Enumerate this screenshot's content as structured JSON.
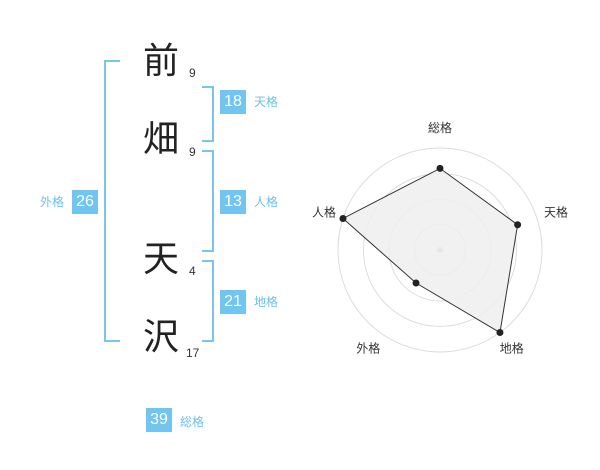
{
  "surname": [
    {
      "char": "前",
      "strokes": "9"
    },
    {
      "char": "畑",
      "strokes": "9"
    }
  ],
  "given_name": [
    {
      "char": "天",
      "strokes": "4"
    },
    {
      "char": "沢",
      "strokes": "17"
    }
  ],
  "fortunes": {
    "tenkaku": {
      "value": "18",
      "label": "天格"
    },
    "jinkaku": {
      "value": "13",
      "label": "人格"
    },
    "chikaku": {
      "value": "21",
      "label": "地格"
    },
    "gaikaku": {
      "value": "26",
      "label": "外格"
    },
    "soukaku": {
      "value": "39",
      "label": "総格"
    }
  },
  "radar": {
    "labels": [
      "総格",
      "天格",
      "地格",
      "外格",
      "人格"
    ],
    "values": [
      0.8,
      0.8,
      1.0,
      0.4,
      1.0
    ],
    "rings": 4,
    "fill_color": "#eeeeee",
    "line_color": "#333333",
    "ring_color": "#dddddd"
  }
}
